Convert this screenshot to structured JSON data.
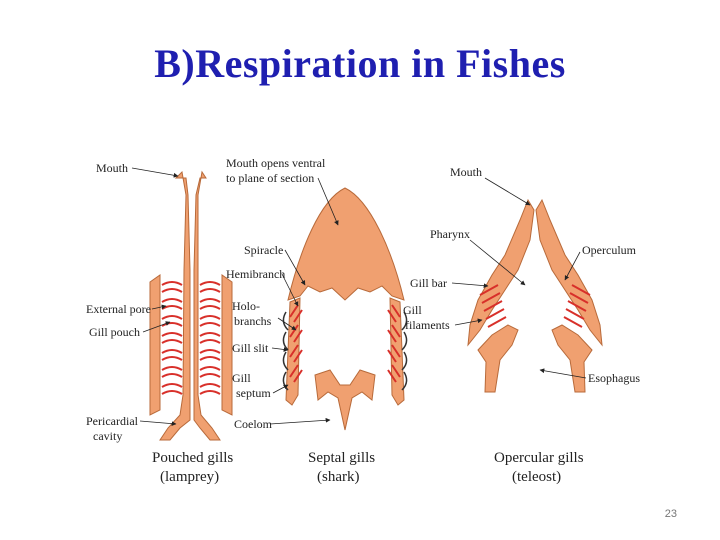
{
  "slide": {
    "title": "B)Respiration in Fishes",
    "page_number": "23"
  },
  "colors": {
    "title": "#1f1fb0",
    "tissue": "#f0a070",
    "tissue_outline": "#b86a3a",
    "gill": "#d8302a"
  },
  "diagrams": {
    "lamprey": {
      "caption_line1": "Pouched gills",
      "caption_line2": "(lamprey)",
      "labels": {
        "mouth": "Mouth",
        "external_pore": "External pore",
        "gill_pouch": "Gill pouch",
        "pericardial_1": "Pericardial",
        "pericardial_2": "cavity"
      }
    },
    "shark": {
      "caption_line1": "Septal gills",
      "caption_line2": "(shark)",
      "labels": {
        "mouth_ventral_1": "Mouth opens ventral",
        "mouth_ventral_2": "to plane of section",
        "spiracle": "Spiracle",
        "hemibranch": "Hemibranch",
        "holo_1": "Holo-",
        "holo_2": "branchs",
        "gill_slit": "Gill slit",
        "gill_septum_1": "Gill",
        "gill_septum_2": "septum",
        "coelom": "Coelom"
      }
    },
    "teleost": {
      "caption_line1": "Opercular gills",
      "caption_line2": "(teleost)",
      "labels": {
        "mouth": "Mouth",
        "pharynx": "Pharynx",
        "operculum": "Operculum",
        "gill_bar": "Gill bar",
        "gill_filaments_1": "Gill",
        "gill_filaments_2": "filaments",
        "esophagus": "Esophagus"
      }
    }
  }
}
